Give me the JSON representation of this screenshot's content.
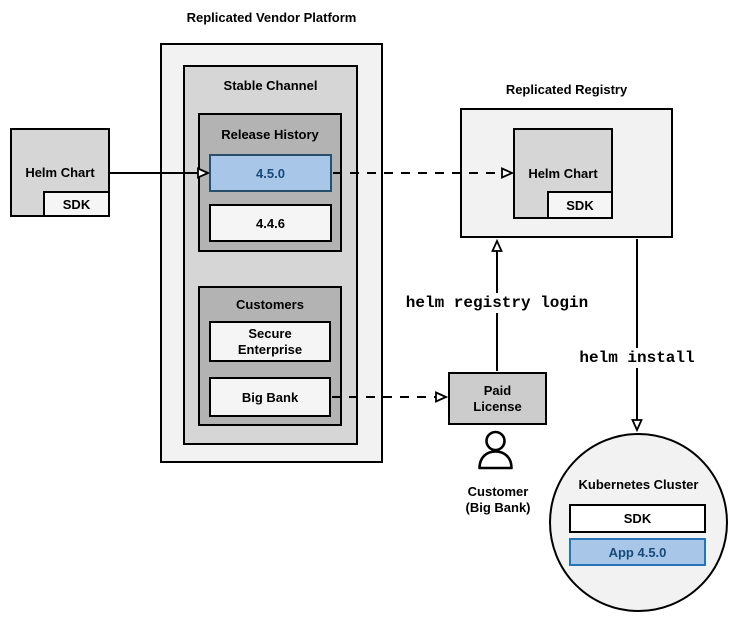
{
  "diagram": {
    "vendor_platform": {
      "title": "Replicated Vendor Platform",
      "stable_channel": {
        "title": "Stable Channel",
        "release_history": {
          "title": "Release History",
          "releases": [
            {
              "version": "4.5.0",
              "highlighted": true
            },
            {
              "version": "4.4.6",
              "highlighted": false
            }
          ]
        },
        "customers": {
          "title": "Customers",
          "entries": [
            {
              "name": "Secure Enterprise"
            },
            {
              "name": "Big Bank"
            }
          ]
        }
      }
    },
    "helm_chart_source": {
      "label": "Helm Chart",
      "sdk": "SDK"
    },
    "registry": {
      "title": "Replicated Registry",
      "helm_chart": {
        "label": "Helm Chart",
        "sdk": "SDK"
      }
    },
    "paid_license": {
      "label": "Paid License"
    },
    "customer": {
      "label": "Customer (Big Bank)"
    },
    "commands": {
      "registry_login": "helm registry login",
      "install": "helm install"
    },
    "cluster": {
      "title": "Kubernetes Cluster",
      "sdk": "SDK",
      "app": "App 4.5.0"
    },
    "colors": {
      "accent_fill": "#a8c7e8",
      "accent_border_dark": "#29506b",
      "accent_border_bright": "#2474b8",
      "accent_text": "#17497a"
    }
  }
}
